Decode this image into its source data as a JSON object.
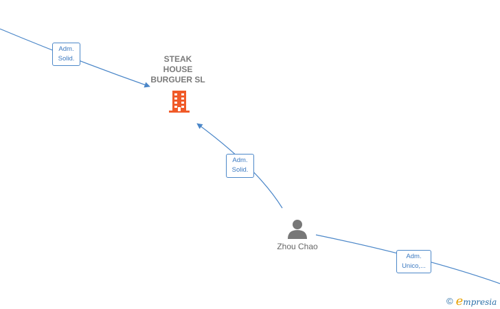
{
  "company": {
    "name": "STEAK\nHOUSE\nBURGUER  SL",
    "icon": "building-icon",
    "icon_color": "#f05a28"
  },
  "person": {
    "name": "Zhou Chao",
    "icon": "person-icon",
    "icon_color": "#777777"
  },
  "edges": [
    {
      "label": "Adm.\nSolid."
    },
    {
      "label": "Adm.\nSolid."
    },
    {
      "label": "Adm.\nUnico,..."
    }
  ],
  "watermark": {
    "copyright": "©",
    "brand_initial": "e",
    "brand_rest": "mpresia"
  },
  "colors": {
    "edge": "#4a86c8",
    "label_text": "#3a78c0"
  }
}
